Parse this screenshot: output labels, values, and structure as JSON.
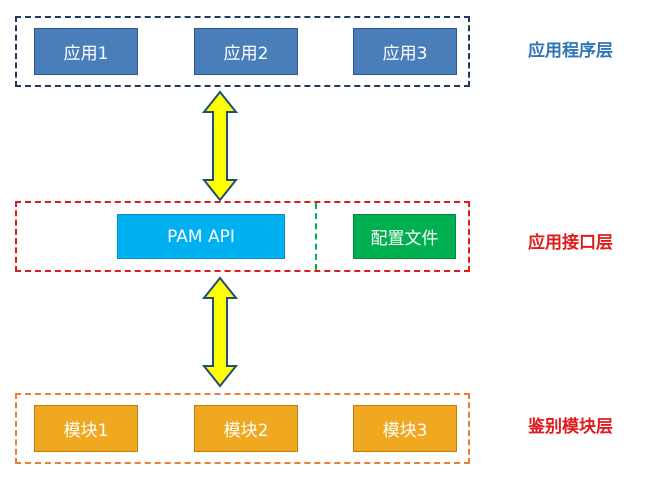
{
  "layers": {
    "application": {
      "label": "应用程序层",
      "color": "#2e75b6",
      "nodes": [
        "应用1",
        "应用2",
        "应用3"
      ]
    },
    "interface": {
      "label": "应用接口层",
      "color": "#e01b1b",
      "api_label": "PAM API",
      "config_label": "配置文件"
    },
    "modules": {
      "label": "鉴别模块层",
      "color": "#e07020",
      "nodes": [
        "模块1",
        "模块2",
        "模块3"
      ]
    }
  },
  "colors": {
    "app_node_fill": "#4a7ebb",
    "app_node_border": "#2f5597",
    "api_fill": "#00b0f0",
    "config_fill": "#00b050",
    "module_fill": "#f0a820",
    "module_border": "#c07c10",
    "arrow_fill": "#ffff00",
    "arrow_stroke": "#1f4e79",
    "app_dash": "#1f3864",
    "interface_dash": "#e01b1b",
    "divider_dash": "#00b050",
    "module_dash": "#ed7d31"
  }
}
